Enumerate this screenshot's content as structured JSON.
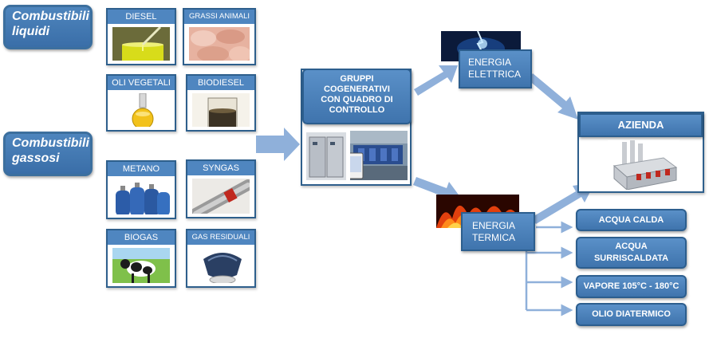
{
  "groups": {
    "liquid_label": [
      "Combustibili",
      "liquidi"
    ],
    "gas_label": [
      "Combustibili",
      "gassosi"
    ]
  },
  "sources": {
    "diesel": "DIESEL",
    "grassi_animali": "GRASSI ANIMALI",
    "oli_vegetali": "OLI VEGETALI",
    "biodiesel": "BIODIESEL",
    "metano": "METANO",
    "syngas": "SYNGAS",
    "biogas": "BIOGAS",
    "gas_residuali": "GAS RESIDUALI"
  },
  "cogen": {
    "title": [
      "GRUPPI",
      "COGENERATIVI",
      "CON QUADRO DI",
      "CONTROLLO"
    ]
  },
  "energia_elettrica": [
    "ENERGIA",
    "ELETTRICA"
  ],
  "energia_termica": [
    "ENERGIA",
    "TERMICA"
  ],
  "azienda": "AZIENDA",
  "outputs": {
    "acqua_calda": "ACQUA CALDA",
    "acqua_surriscaldata": [
      "ACQUA",
      "SURRISCALDATA"
    ],
    "vapore": "VAPORE 105°C - 180°C",
    "olio": "OLIO DIATERMICO"
  },
  "colors": {
    "box_blue": "#4f86c0",
    "border_blue": "#2e5f8c",
    "arrow_blue": "#8fb0da"
  },
  "icons": [
    "diesel-pour-icon",
    "animal-fat-icon",
    "flask-oil-icon",
    "biodiesel-beaker-icon",
    "gas-cylinders-icon",
    "syngas-pipe-icon",
    "cow-icon",
    "gas-burner-icon",
    "control-panel-icon",
    "engine-room-icon",
    "lightning-icon",
    "flame-icon",
    "factory-icon"
  ]
}
